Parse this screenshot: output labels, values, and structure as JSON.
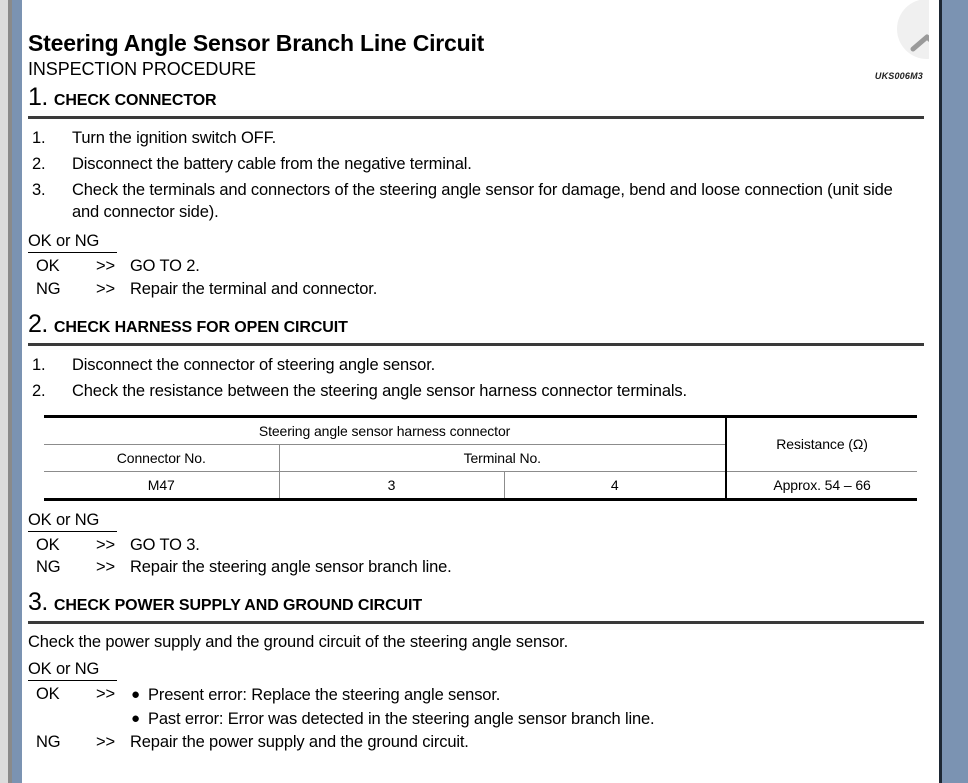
{
  "viewer": {
    "scroll_top_icon": "chevron-up-icon"
  },
  "document": {
    "title": "Steering Angle Sensor Branch Line Circuit",
    "code": "UKS006M3",
    "subheading": "INSPECTION PROCEDURE"
  },
  "steps": [
    {
      "number": "1.",
      "title": "CHECK CONNECTOR",
      "items": [
        {
          "marker": "1.",
          "text": "Turn the ignition switch OFF."
        },
        {
          "marker": "2.",
          "text": "Disconnect the battery cable from the negative terminal."
        },
        {
          "marker": "3.",
          "text": "Check the terminals and connectors of the steering angle sensor for damage, bend and loose connection (unit side and connector side)."
        }
      ],
      "judgement_label": "OK or NG",
      "judgements": [
        {
          "label": "OK",
          "arrow": ">>",
          "text": "GO TO 2."
        },
        {
          "label": "NG",
          "arrow": ">>",
          "text": "Repair the terminal and connector."
        }
      ]
    },
    {
      "number": "2.",
      "title": "CHECK HARNESS FOR OPEN CIRCUIT",
      "items": [
        {
          "marker": "1.",
          "text": "Disconnect the connector of steering angle sensor."
        },
        {
          "marker": "2.",
          "text": "Check the resistance between the steering angle sensor harness connector terminals."
        }
      ],
      "judgement_label": "OK or NG",
      "judgements": [
        {
          "label": "OK",
          "arrow": ">>",
          "text": "GO TO 3."
        },
        {
          "label": "NG",
          "arrow": ">>",
          "text": "Repair the steering angle sensor branch line."
        }
      ]
    },
    {
      "number": "3.",
      "title": "CHECK POWER SUPPLY AND GROUND CIRCUIT",
      "body": "Check the power supply and the ground circuit of the steering angle sensor.",
      "judgement_label": "OK or NG",
      "ok_label": "OK",
      "ok_arrow": ">>",
      "ok_bullets": [
        "Present error: Replace the steering angle sensor.",
        "Past error: Error was detected in the steering angle sensor branch line."
      ],
      "ng_label": "NG",
      "ng_arrow": ">>",
      "ng_text": "Repair the power supply and the ground circuit."
    }
  ],
  "spec_table": {
    "group_header": "Steering angle sensor harness connector",
    "resistance_header": "Resistance (Ω)",
    "sub_headers": [
      "Connector No.",
      "Terminal No."
    ],
    "row": {
      "connector_no": "M47",
      "terminal_a": "3",
      "terminal_b": "4",
      "resistance": "Approx. 54 – 66"
    }
  }
}
